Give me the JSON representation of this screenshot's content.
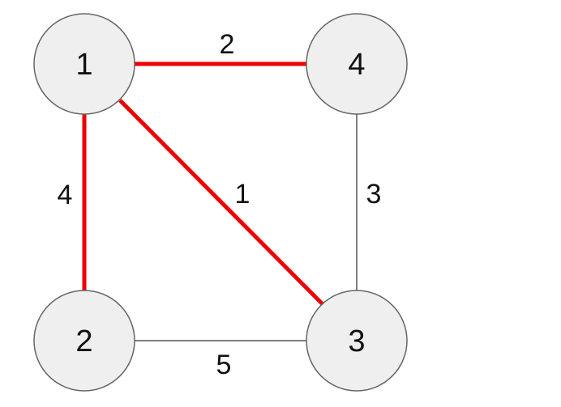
{
  "graph": {
    "nodes": [
      {
        "id": "1",
        "label": "1"
      },
      {
        "id": "2",
        "label": "2"
      },
      {
        "id": "3",
        "label": "3"
      },
      {
        "id": "4",
        "label": "4"
      }
    ],
    "edges": [
      {
        "from": "1",
        "to": "4",
        "weight": "2",
        "highlighted": true
      },
      {
        "from": "1",
        "to": "2",
        "weight": "4",
        "highlighted": true
      },
      {
        "from": "1",
        "to": "3",
        "weight": "1",
        "highlighted": true
      },
      {
        "from": "4",
        "to": "3",
        "weight": "3",
        "highlighted": false
      },
      {
        "from": "2",
        "to": "3",
        "weight": "5",
        "highlighted": false
      }
    ],
    "colors": {
      "highlight_edge": "#ee0000",
      "normal_edge": "#555555",
      "node_fill": "#efefef",
      "node_stroke": "#666666"
    }
  }
}
